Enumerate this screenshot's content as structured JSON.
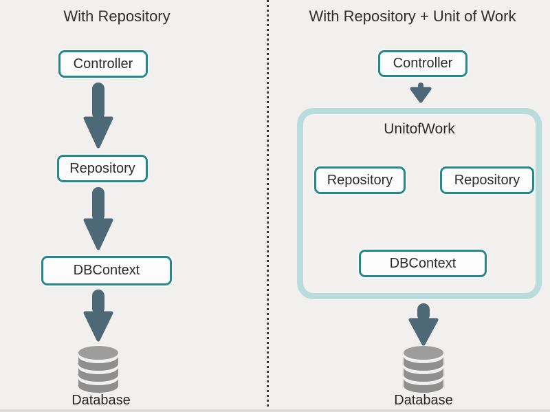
{
  "left_panel": {
    "title": "With Repository",
    "controller_label": "Controller",
    "repository_label": "Repository",
    "dbcontext_label": "DBContext",
    "database_label": "Database"
  },
  "right_panel": {
    "title": "With Repository + Unit of Work",
    "controller_label": "Controller",
    "unit_of_work_label": "UnitofWork",
    "repository_1_label": "Repository",
    "repository_2_label": "Repository",
    "dbcontext_label": "DBContext",
    "database_label": "Database"
  },
  "icons": {
    "arrow": "arrow-down-icon",
    "database": "database-cylinder-icon",
    "divider": "dotted-vertical-divider"
  },
  "colors": {
    "background": "#f1f0ee",
    "box_border": "#23898d",
    "box_fill": "#fcfcfc",
    "arrow": "#4d6877",
    "unit_of_work_border": "#badcdc",
    "database_icon": "#8f8f8f",
    "database_icon_top": "#9d9d9d",
    "text": "#2f2f2f",
    "divider_dots": "#3a3a3a"
  }
}
